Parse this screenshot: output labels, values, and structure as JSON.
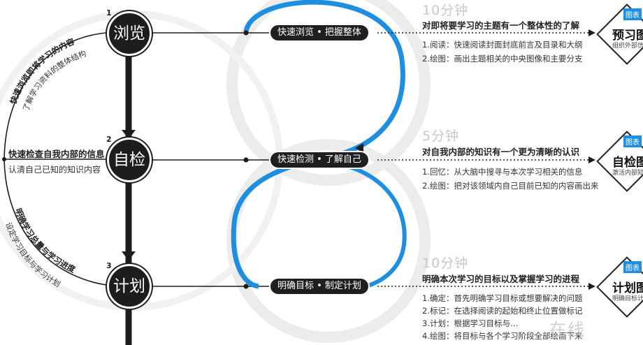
{
  "steps": [
    {
      "num": "1",
      "node": "浏览",
      "pill": "快速浏览 • 把握整体",
      "minutes": "10分钟",
      "headline": "对即将要学习的主题有一个整体性的了解",
      "bullets": [
        "1.阅读：快速阅读封面封底前言及目录和大纲",
        "2.绘图：画出主题相关的中央图像和主要分支"
      ],
      "chart_tag": "图表",
      "chart_title": "预习图",
      "chart_sub": "组织外部信"
    },
    {
      "num": "2",
      "node": "自检",
      "pill": "快速检测 • 了解自己",
      "minutes": "5分钟",
      "headline": "对自我内部的知识有一个更为清晰的认识",
      "bullets": [
        "1.回忆：从大脑中搜寻与本次学习相关的信息",
        "2.绘图：把对该领域内自己目前已知的内容画出来"
      ],
      "chart_tag": "图表",
      "chart_title": "自检图",
      "chart_sub": "激活内部知"
    },
    {
      "num": "3",
      "node": "计划",
      "pill": "明确目标 • 制定计划",
      "minutes": "10分钟",
      "headline": "明确本次学习的目标以及掌握学习的进程",
      "bullets": [
        "1.确定：首先明确学习目标或想要解决的问题",
        "2.标记：在选择阅读的起始和终止位置做标记",
        "3.计划：根据学习目标与…",
        "4.绘图：将目标与各个学习阶段全部绘画下来"
      ],
      "chart_tag": "图表",
      "chart_title": "计划图",
      "chart_sub": "明确目标计"
    }
  ],
  "left": {
    "arc1_title": "快速浏览即将学习的内容",
    "arc1_sub": "了解学习资料的整体结构",
    "mid_title": "快速检查自我内部的信息",
    "mid_sub": "认清自己已知的知识内容",
    "arc3_title": "明确学习总量与学习进度",
    "arc3_sub": "设定学习目标与学习计划"
  },
  "watermark": "…在线",
  "colors": {
    "accent": "#1e8fe0",
    "dark": "#1d1d1d",
    "light_ring": "#e6e6e6"
  }
}
